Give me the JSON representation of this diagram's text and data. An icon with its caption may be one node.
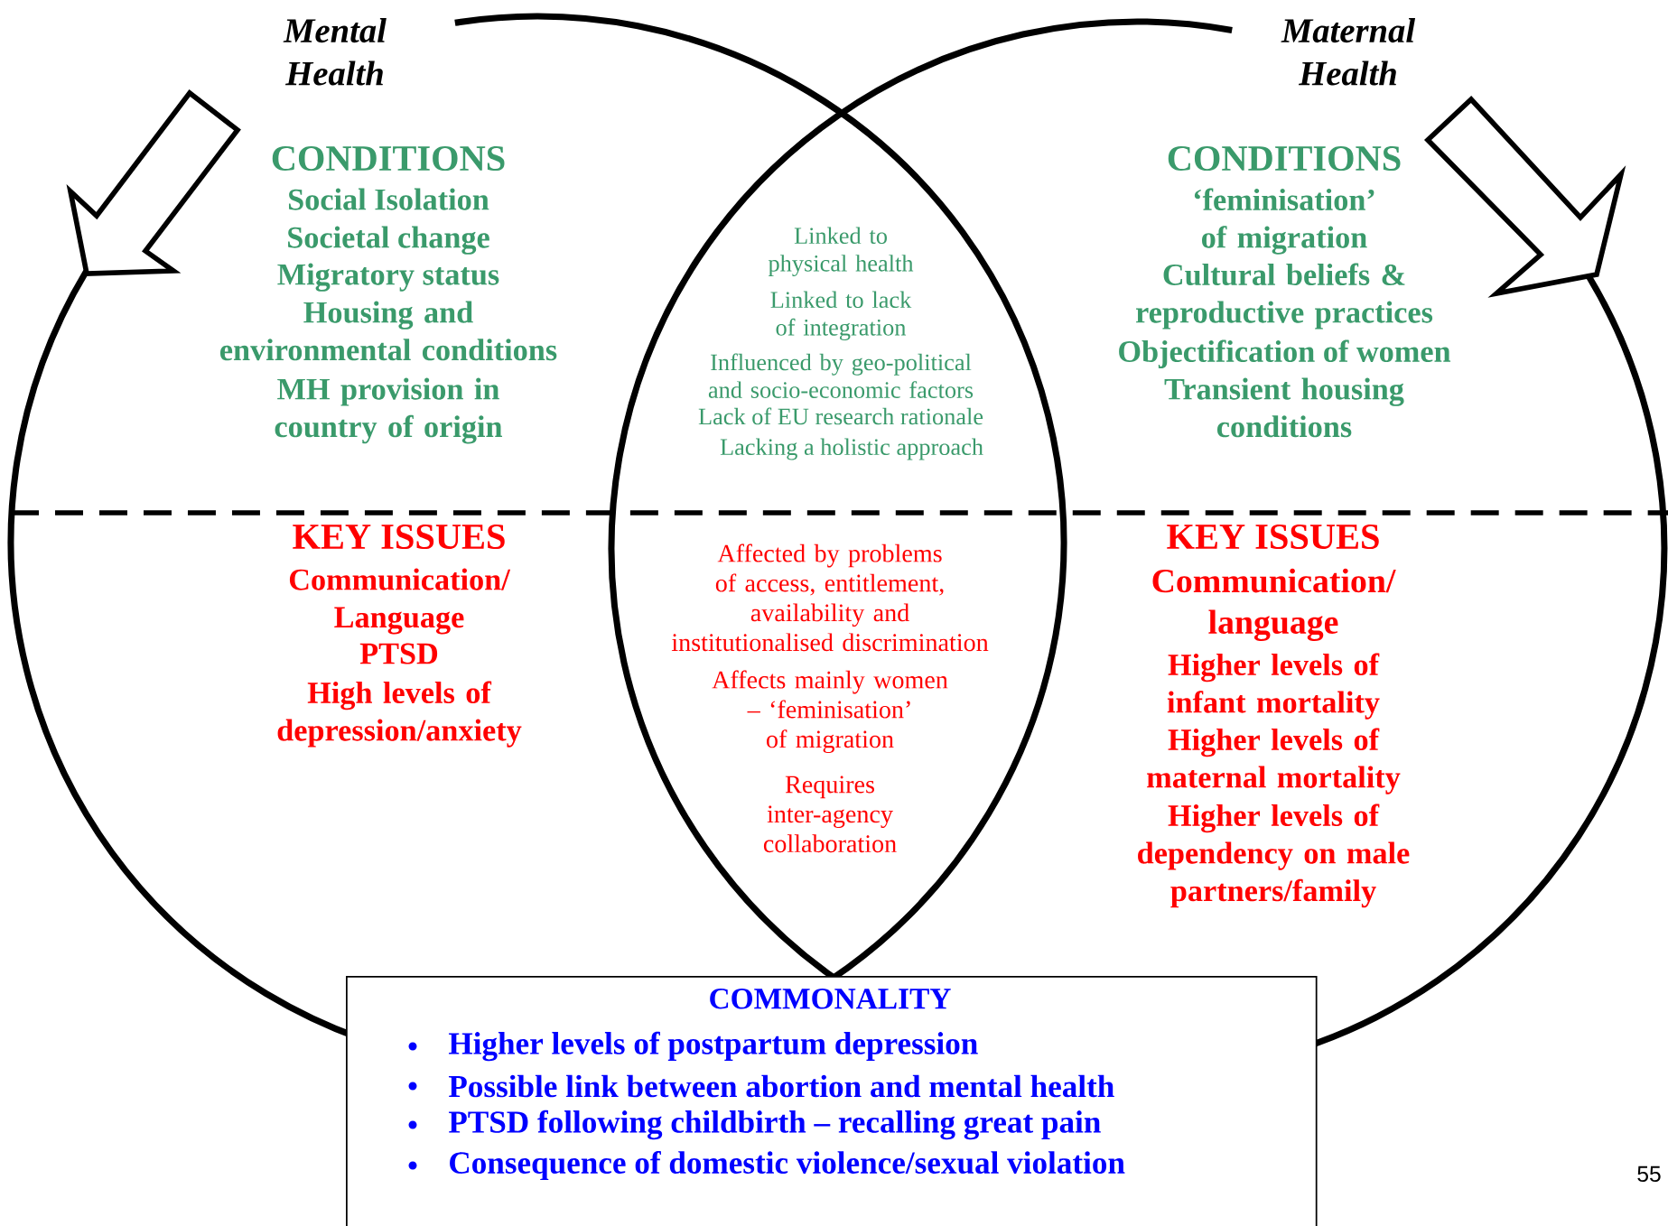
{
  "diagram": {
    "nodes": [
      {
        "text": [
          "Mental Health",
          "CONDITIONS",
          "Social Isolation",
          "Societal change",
          "Migratory status",
          "Housing and environmental conditions",
          "MH provision in country of origin",
          "KEY ISSUES",
          "Communication/ Language",
          "PTSD",
          "High levels of depression/anxiety"
        ]
      },
      {
        "text": [
          "Maternal Health",
          "CONDITIONS",
          "‘feminisation’ of migration",
          "Cultural beliefs & reproductive practices",
          "Objectification of women",
          "Transient housing conditions",
          "KEY ISSUES",
          "Communication/ language",
          "Higher levels of infant mortality",
          "Higher levels of maternal mortality",
          "Higher levels of dependency on male partners/family"
        ]
      },
      {
        "text": [
          "COMMONALITY",
          "Higher levels of postpartum depression",
          "Possible link between abortion and mental health",
          "PTSD following childbirth – recalling great pain",
          "Consequence of domestic violence/sexual violation"
        ]
      }
    ],
    "edges": [],
    "labels": [
      "Linked to physical health",
      "Linked to lack of integration",
      "Influenced by geo-political and socio-economic factors",
      "Lack of EU research rationale",
      "Lacking a holistic approach",
      "Affected by problems of access, entitlement, availability and institutionalised discrimination",
      "Affects mainly women – ‘feminisation’ of migration",
      "Requires inter-agency collaboration",
      "55"
    ]
  }
}
